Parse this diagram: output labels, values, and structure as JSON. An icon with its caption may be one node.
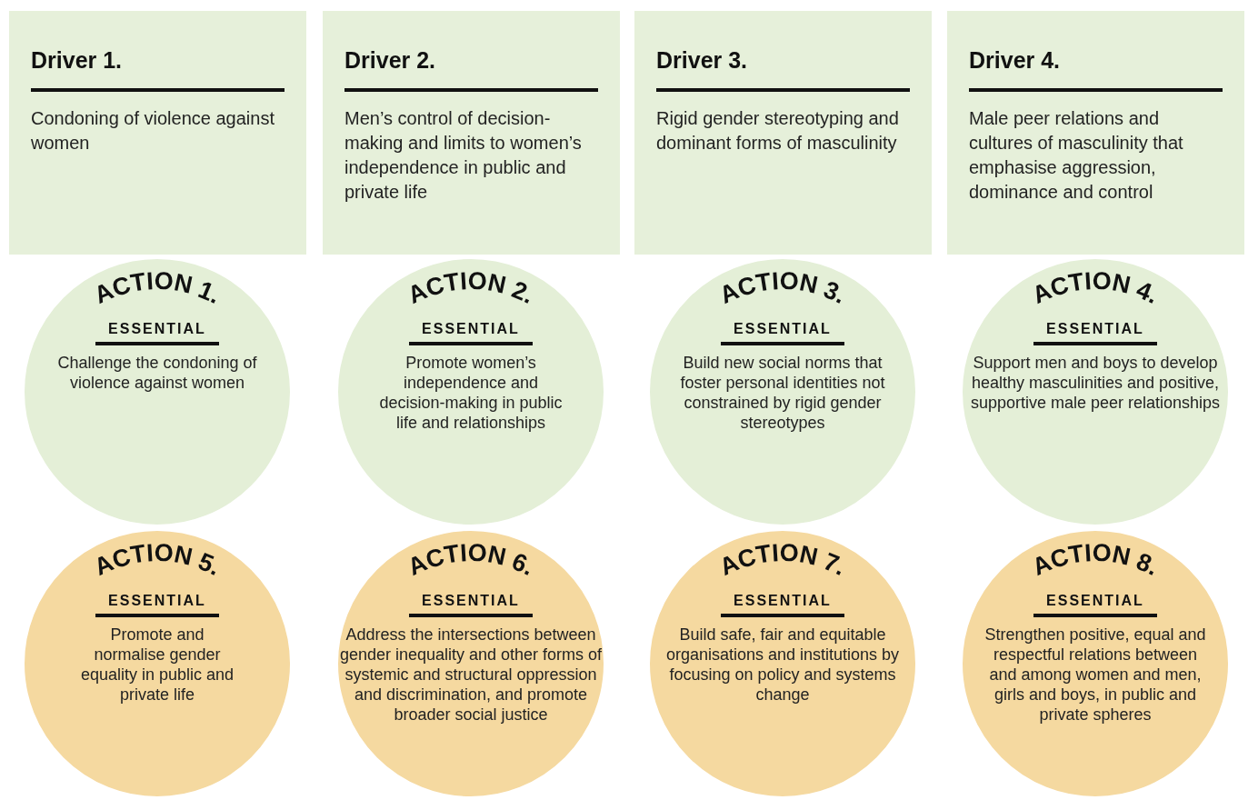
{
  "diagram": {
    "nodes": [
      {
        "text": [
          "Driver 1.",
          "Condoning of violence against women"
        ]
      },
      {
        "text": [
          "Driver 2.",
          "Men’s control of decision-making and limits to women’s independence in public and private life"
        ]
      },
      {
        "text": [
          "Driver 3.",
          "Rigid gender stereotyping and dominant forms of masculinity"
        ]
      },
      {
        "text": [
          "Driver 4.",
          "Male peer relations and cultures of masculinity that emphasise aggression, dominance and control"
        ]
      },
      {
        "text": [
          "ACTION 1.",
          "ESSENTIAL",
          "Challenge the condoning of violence against women"
        ]
      },
      {
        "text": [
          "ACTION 2.",
          "ESSENTIAL",
          "Promote women’s independence and decision-making in public life and relationships"
        ]
      },
      {
        "text": [
          "ACTION 3.",
          "ESSENTIAL",
          "Build new social norms that foster personal identities not constrained by rigid gender stereotypes"
        ]
      },
      {
        "text": [
          "ACTION 4.",
          "ESSENTIAL",
          "Support men and boys to develop healthy masculinities and positive, supportive male peer relationships"
        ]
      },
      {
        "text": [
          "ACTION 5.",
          "ESSENTIAL",
          "Promote and normalise gender equality in public and private life"
        ]
      },
      {
        "text": [
          "ACTION 6.",
          "ESSENTIAL",
          "Address the intersections between gender inequality and other forms of systemic and structural oppression and discrimination, and promote broader social justice"
        ]
      },
      {
        "text": [
          "ACTION 7.",
          "ESSENTIAL",
          "Build safe, fair and equitable organisations and institutions by focusing on policy and systems change"
        ]
      },
      {
        "text": [
          "ACTION 8.",
          "ESSENTIAL",
          "Strengthen positive, equal and respectful relations between and among women and men, girls and boys, in public and private spheres"
        ]
      }
    ]
  }
}
